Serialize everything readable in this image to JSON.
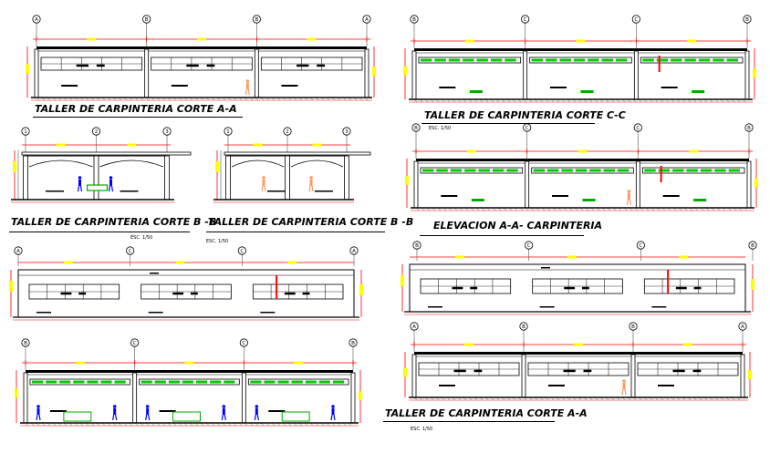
{
  "sheet": {
    "colors": {
      "outline": "#000000",
      "dimension": "#ff0000",
      "tag": "#ffff00",
      "glazing": "#00cc00",
      "figure": "#ff9966",
      "person": "#0000ff",
      "bench": "#00aa00"
    }
  },
  "panels": [
    {
      "title": "TALLER DE CARPINTERIA CORTE A-A",
      "scale": "",
      "axes": [
        "A",
        "B",
        "B",
        "A"
      ],
      "bays": 3
    },
    {
      "title": "TALLER DE CARPINTERIA CORTE C-C",
      "scale": "ESC. 1/50",
      "axes": [
        "B",
        "C",
        "C",
        "B"
      ],
      "bays": 3
    },
    {
      "title": "TALLER DE CARPINTERIA CORTE B -B",
      "scale": "ESC. 1/50",
      "axes": [
        "1",
        "2",
        "3"
      ],
      "bays": 2
    },
    {
      "title": "TALLER DE CARPINTERIA CORTE B -B",
      "scale": "ESC. 1/50",
      "axes": [
        "1",
        "2",
        "3"
      ],
      "bays": 2
    },
    {
      "title": "ELEVACION A-A- CARPINTERIA",
      "scale": "",
      "axes": [
        "B",
        "C",
        "C",
        "B"
      ],
      "bays": 3
    },
    {
      "title": "",
      "scale": "",
      "axes": [
        "A",
        "C",
        "C",
        "A"
      ],
      "bays": 3
    },
    {
      "title": "",
      "scale": "",
      "axes": [
        "B",
        "C",
        "C",
        "B"
      ],
      "bays": 3
    },
    {
      "title": "",
      "scale": "",
      "axes": [
        "B",
        "C",
        "C",
        "B"
      ],
      "bays": 3
    },
    {
      "title": "TALLER DE CARPINTERIA CORTE A-A",
      "scale": "ESC. 1/50",
      "axes": [
        "A",
        "B",
        "B",
        "A"
      ],
      "bays": 3
    }
  ]
}
